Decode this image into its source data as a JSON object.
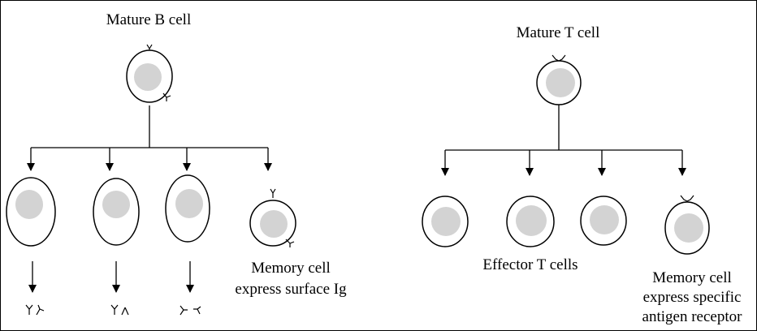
{
  "b_side": {
    "title": "Mature B cell",
    "memory_label_line1": "Memory cell",
    "memory_label_line2": "express surface Ig"
  },
  "t_side": {
    "title": "Mature T cell",
    "effector_label": "Effector T cells",
    "memory_label_line1": "Memory cell",
    "memory_label_line2": "express specific",
    "memory_label_line3": "antigen receptor"
  },
  "colors": {
    "outline": "#000000",
    "nucleus": "#d3d3d3",
    "background": "#ffffff"
  }
}
